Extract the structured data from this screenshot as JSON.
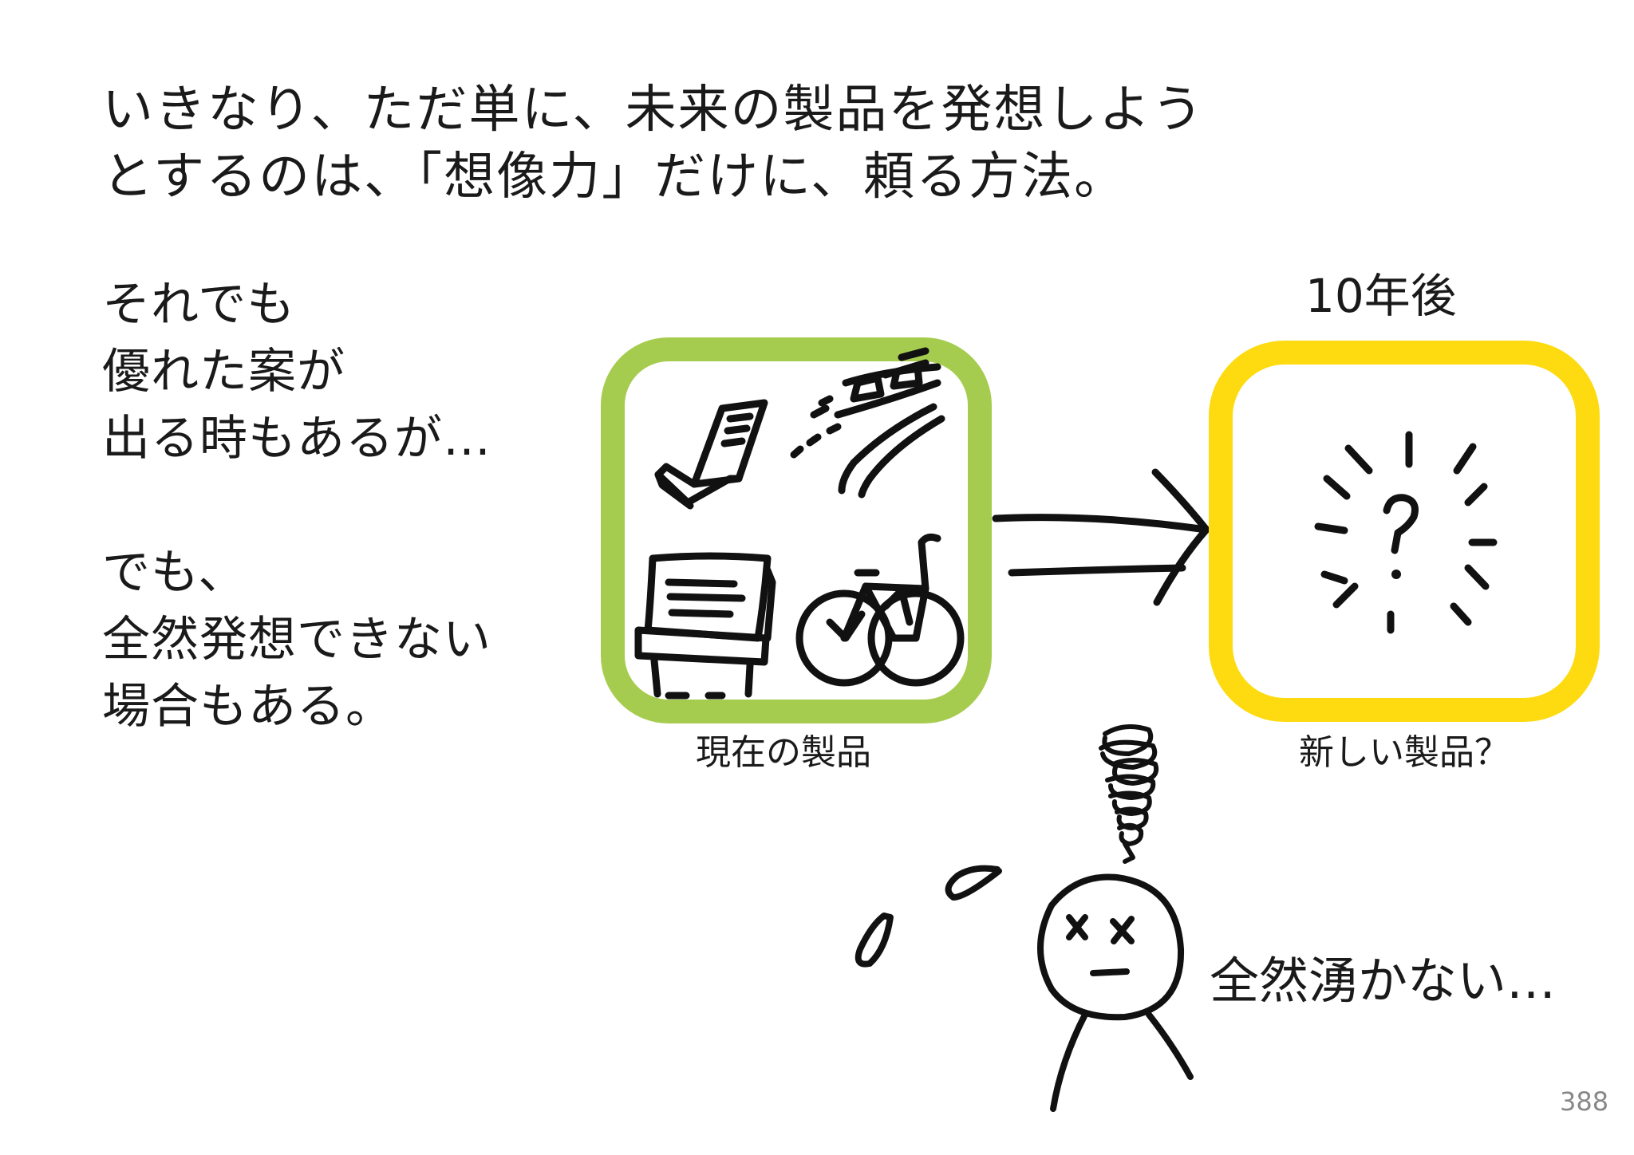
{
  "heading": {
    "line1": "いきなり、ただ単に、未来の製品を発想しよう",
    "line2": "とするのは、「想像力」だけに、頼る方法。"
  },
  "left_text": {
    "para1": [
      "それでも",
      "優れた案が",
      "出る時もあるが…"
    ],
    "para2": [
      "でも、",
      "全然発想できない",
      "場合もある。"
    ]
  },
  "future_label": "10年後",
  "current_caption": "現在の製品",
  "new_caption": "新しい製品？",
  "question_mark": "?",
  "thought": "全然湧かない…",
  "page_number": "388",
  "colors": {
    "current_box": "#a6cc4f",
    "new_box": "#fddb10",
    "ink": "#111111"
  },
  "icons": [
    "smartphone-icon",
    "train-icon",
    "desktop-computer-icon",
    "bicycle-icon",
    "sparkle-question-icon",
    "stick-figure-confused"
  ]
}
